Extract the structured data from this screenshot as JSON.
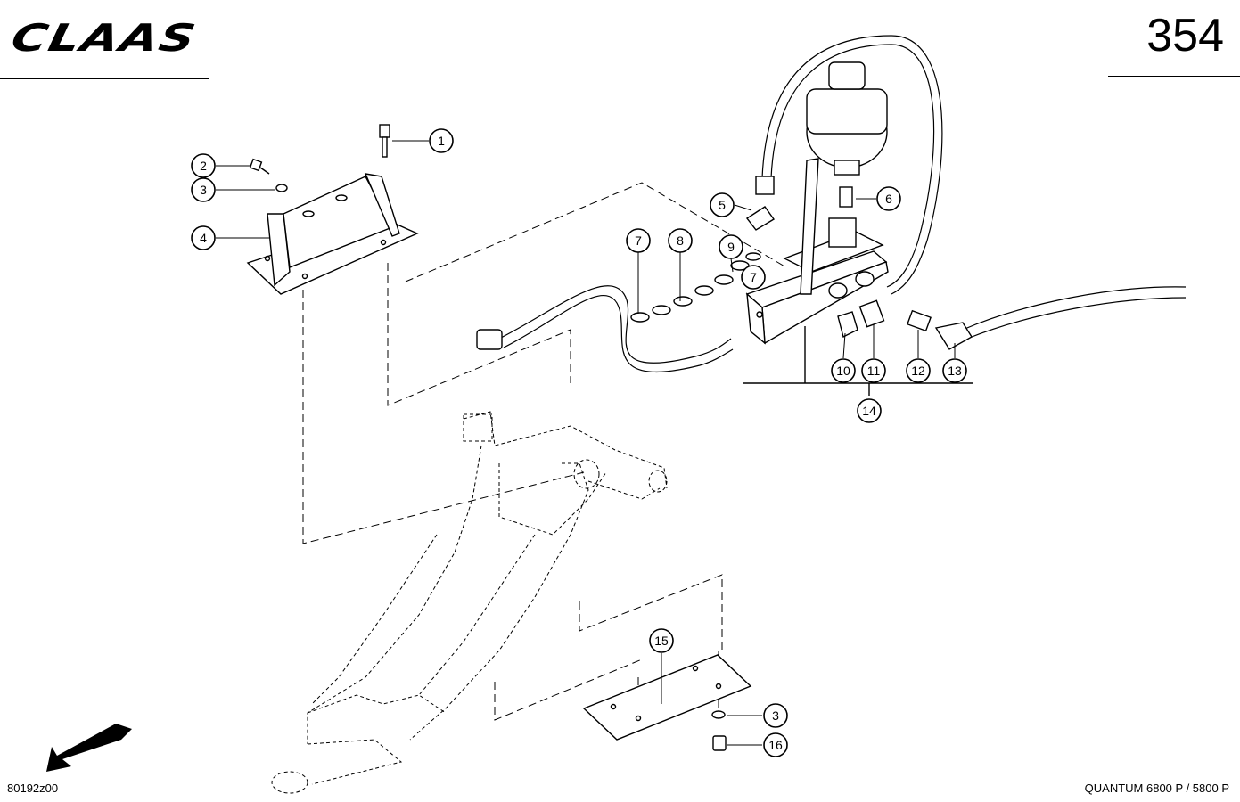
{
  "header": {
    "brand": "CLAAS",
    "page_number": "354"
  },
  "footer": {
    "drawing_ref": "80192z00",
    "model": "QUANTUM 6800 P / 5800 P"
  },
  "callouts": [
    {
      "label": "1"
    },
    {
      "label": "2"
    },
    {
      "label": "3"
    },
    {
      "label": "4"
    },
    {
      "label": "5"
    },
    {
      "label": "6"
    },
    {
      "label": "7"
    },
    {
      "label": "8"
    },
    {
      "label": "9"
    },
    {
      "label": "7"
    },
    {
      "label": "10"
    },
    {
      "label": "11"
    },
    {
      "label": "12"
    },
    {
      "label": "13"
    },
    {
      "label": "14"
    },
    {
      "label": "15"
    },
    {
      "label": "3"
    },
    {
      "label": "16"
    }
  ]
}
